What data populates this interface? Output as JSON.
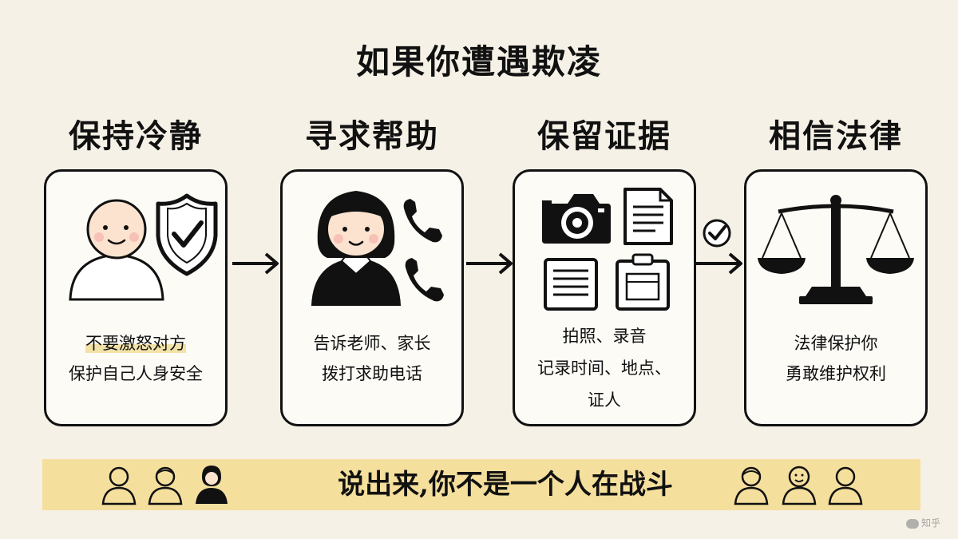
{
  "title": "如果你遭遇欺凌",
  "steps": [
    {
      "title": "保持冷静",
      "lines": [
        "不要激怒对方",
        "保护自己人身安全"
      ],
      "icons": [
        "person-icon",
        "shield-check-icon"
      ]
    },
    {
      "title": "寻求帮助",
      "lines": [
        "告诉老师、家长",
        "拨打求助电话"
      ],
      "icons": [
        "girl-icon",
        "phone-icon"
      ]
    },
    {
      "title": "保留证据",
      "lines": [
        "拍照、录音",
        "记录时间、地点、",
        "证人"
      ],
      "icons": [
        "camera-icon",
        "document-icon",
        "notepad-icon",
        "clipboard-icon"
      ]
    },
    {
      "title": "相信法律",
      "lines": [
        "法律保护你",
        "勇敢维护权利"
      ],
      "icons": [
        "scales-of-justice-icon"
      ]
    }
  ],
  "banner": {
    "text": "说出来,你不是一个人在战斗"
  },
  "watermark": "知乎",
  "colors": {
    "background": "#f6f1e6",
    "banner": "#f5df9d",
    "ink": "#111111",
    "blush": "#f6b8b0",
    "skin": "#fbe3cf"
  }
}
